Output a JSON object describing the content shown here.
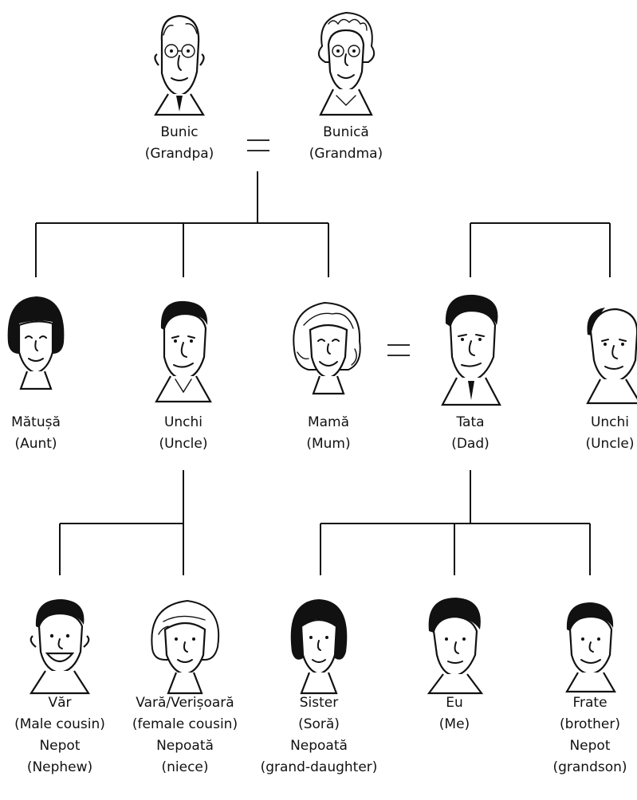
{
  "generation1": [
    {
      "id": "grandpa",
      "lines": [
        "Bunic",
        "(Grandpa)"
      ]
    },
    {
      "id": "grandma",
      "lines": [
        "Bunică",
        "(Grandma)"
      ]
    }
  ],
  "generation2": [
    {
      "id": "aunt",
      "lines": [
        "Mătușă",
        "(Aunt)"
      ]
    },
    {
      "id": "uncle1",
      "lines": [
        "Unchi",
        "(Uncle)"
      ]
    },
    {
      "id": "mum",
      "lines": [
        "Mamă",
        "(Mum)"
      ]
    },
    {
      "id": "dad",
      "lines": [
        "Tata",
        "(Dad)"
      ]
    },
    {
      "id": "uncle2",
      "lines": [
        "Unchi",
        "(Uncle)"
      ]
    }
  ],
  "generation3": [
    {
      "id": "male_cousin",
      "lines": [
        "Văr",
        "(Male cousin)",
        "Nepot",
        "(Nephew)"
      ]
    },
    {
      "id": "female_cousin",
      "lines": [
        "Vară/Verișoară",
        "(female cousin)",
        "Nepoată",
        "(niece)"
      ]
    },
    {
      "id": "sister",
      "lines": [
        "Sister",
        "(Soră)",
        "Nepoată",
        "(grand-daughter)"
      ]
    },
    {
      "id": "me",
      "lines": [
        "Eu",
        "(Me)"
      ]
    },
    {
      "id": "brother",
      "lines": [
        "Frate",
        "(brother)",
        "Nepot",
        "(grandson)"
      ]
    }
  ],
  "marriage_symbol": "=",
  "icons": [
    "grandpa-portrait-icon",
    "grandma-portrait-icon",
    "aunt-portrait-icon",
    "uncle-portrait-icon",
    "mum-portrait-icon",
    "dad-portrait-icon",
    "male-cousin-portrait-icon",
    "female-cousin-portrait-icon",
    "sister-portrait-icon",
    "me-portrait-icon",
    "brother-portrait-icon"
  ]
}
